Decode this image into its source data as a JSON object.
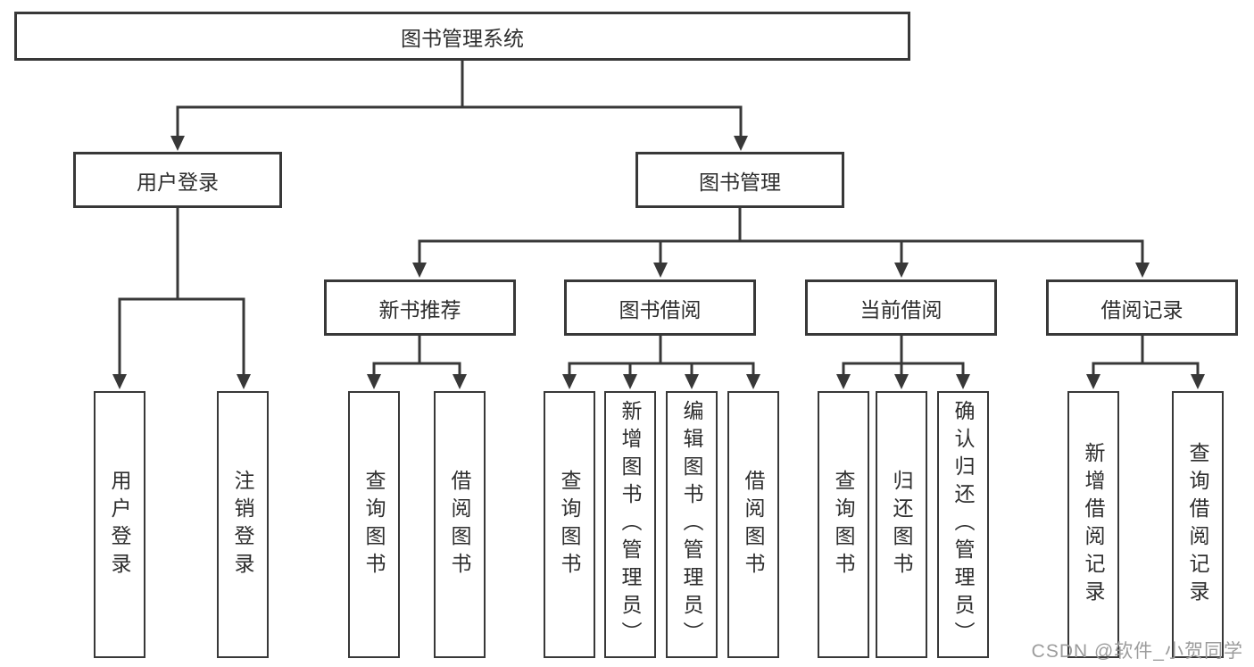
{
  "tree": {
    "label": "图书管理系统",
    "children": [
      {
        "label": "用户登录",
        "children": [
          {
            "label": "用户登录"
          },
          {
            "label": "注销登录"
          }
        ]
      },
      {
        "label": "图书管理",
        "children": [
          {
            "label": "新书推荐",
            "children": [
              {
                "label": "查询图书"
              },
              {
                "label": "借阅图书"
              }
            ]
          },
          {
            "label": "图书借阅",
            "children": [
              {
                "label": "查询图书"
              },
              {
                "label": "新增图书（管理员）"
              },
              {
                "label": "编辑图书（管理员）"
              },
              {
                "label": "借阅图书"
              }
            ]
          },
          {
            "label": "当前借阅",
            "children": [
              {
                "label": "查询图书"
              },
              {
                "label": "归还图书"
              },
              {
                "label": "确认归还（管理员）"
              }
            ]
          },
          {
            "label": "借阅记录",
            "children": [
              {
                "label": "新增借阅记录"
              },
              {
                "label": "查询借阅记录"
              }
            ]
          }
        ]
      }
    ]
  },
  "watermark": {
    "text": "CSDN @软件_小贺同学"
  },
  "colors": {
    "line": "#383838",
    "box_border": "#383838",
    "text": "#2e2e2e",
    "watermark": "#9c9c9c",
    "background": "#ffffff"
  }
}
